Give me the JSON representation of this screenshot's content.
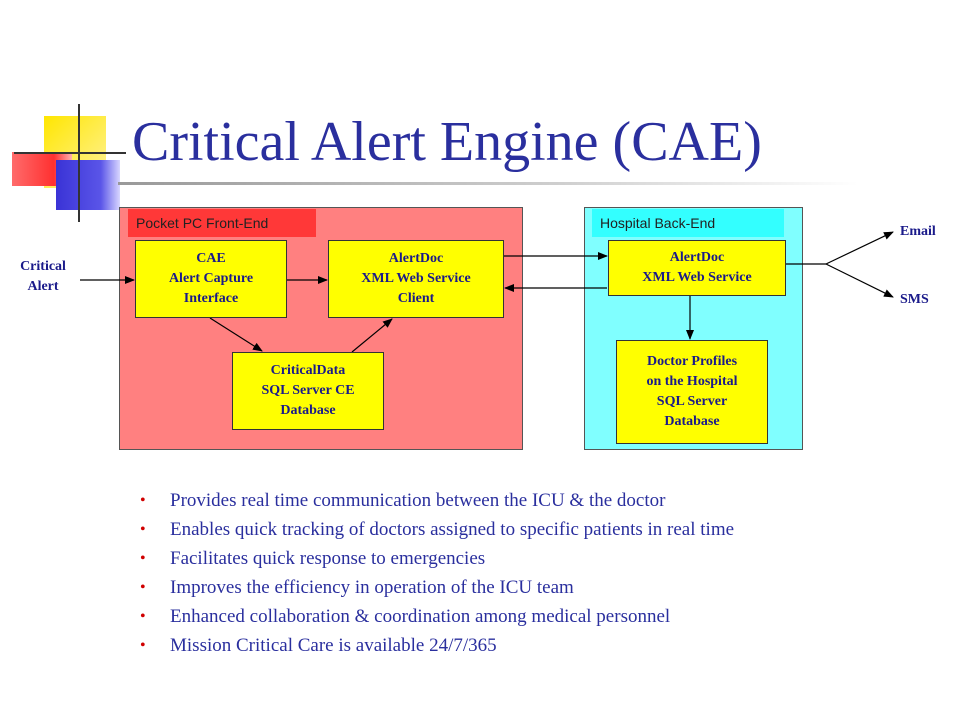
{
  "slide": {
    "title": "Critical Alert Engine (CAE)"
  },
  "diagram": {
    "panels": {
      "pocket": {
        "label": "Pocket PC Front-End"
      },
      "hospital": {
        "label": "Hospital Back-End"
      }
    },
    "nodes": {
      "cae": {
        "lines": [
          "CAE",
          "Alert Capture",
          "Interface"
        ]
      },
      "client": {
        "lines": [
          "AlertDoc",
          "XML Web Service",
          "Client"
        ]
      },
      "sqlce": {
        "lines": [
          "CriticalData",
          "SQL Server CE",
          "Database"
        ]
      },
      "ws": {
        "lines": [
          "AlertDoc",
          "XML Web Service"
        ]
      },
      "doctor": {
        "lines": [
          "Doctor Profiles",
          "on the Hospital",
          "SQL Server",
          "Database"
        ]
      }
    },
    "inputs": {
      "critical_alert": {
        "lines": [
          "Critical",
          "Alert"
        ]
      }
    },
    "outputs": {
      "email": "Email",
      "sms": "SMS"
    },
    "colors": {
      "pocket_panel": "#ff8080",
      "pocket_label": "#ff3838",
      "hospital_panel": "#80ffff",
      "hospital_label": "#33ffff",
      "node_fill": "#ffff00",
      "node_text": "#1a1a8a",
      "title_text": "#2a2f9e",
      "bullet_marker": "#d00000"
    }
  },
  "bullets": [
    "Provides real time communication between the ICU &  the doctor",
    "Enables quick tracking of doctors assigned to specific patients in real time",
    "Facilitates quick response to emergencies",
    "Improves the efficiency in operation of the ICU team",
    "Enhanced collaboration & coordination among medical personnel",
    "Mission Critical Care is available 24/7/365"
  ],
  "bullet_marker": "•"
}
